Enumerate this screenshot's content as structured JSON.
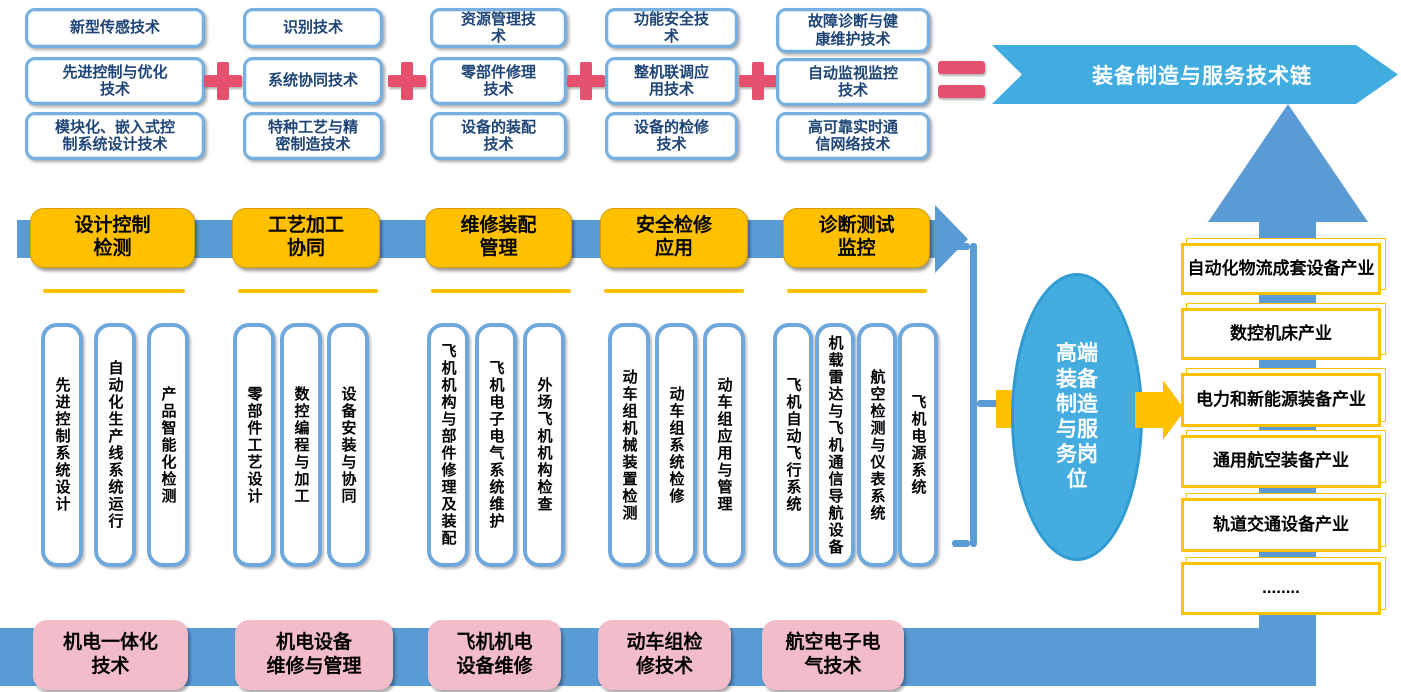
{
  "top_section": {
    "plus_symbol": "+",
    "equals_symbol": "=",
    "result_banner": "装备制造与服务技术链",
    "groups": [
      {
        "items": [
          "新型传感技术",
          "先进控制与优化\n技术",
          "模块化、嵌入式控\n制系统设计技术"
        ]
      },
      {
        "items": [
          "识别技术",
          "系统协同技术",
          "特种工艺与精\n密制造技术"
        ]
      },
      {
        "items": [
          "资源管理技\n术",
          "零部件修理\n技术",
          "设备的装配\n技术"
        ]
      },
      {
        "items": [
          "功能安全技\n术",
          "整机联调应\n用技术",
          "设备的检修\n技术"
        ]
      },
      {
        "items": [
          "故障诊断与健\n康维护技术",
          "自动监视监控\n技术",
          "高可靠实时通\n信网络技术"
        ]
      }
    ]
  },
  "process_row": {
    "stages": [
      "设计控制\n检测",
      "工艺加工\n协同",
      "维修装配\n管理",
      "安全检修\n应用",
      "诊断测试\n监控"
    ]
  },
  "job_columns": {
    "groups": [
      {
        "items": [
          "先进控制系统设计",
          "自动化生产线系统运行",
          "产品智能化检测"
        ]
      },
      {
        "items": [
          "零部件工艺设计",
          "数控编程与加工",
          "设备安装与协同"
        ]
      },
      {
        "items": [
          "飞机机构与部件修理及装配",
          "飞机电子电气系统维护",
          "外场飞机机构检查"
        ]
      },
      {
        "items": [
          "动车组机械装置检测",
          "动车组系统检修",
          "动车组应用与管理"
        ]
      },
      {
        "items": [
          "飞机自动飞行系统",
          "机载雷达与飞机通信导航设备",
          "航空检测与仪表系统",
          "飞机电源系统"
        ]
      }
    ]
  },
  "right_section": {
    "ellipse_label": "高端装备制造与服务岗位",
    "industries": [
      "自动化物流成套设备产业",
      "数控机床产业",
      "电力和新能源装备产业",
      "通用航空装备产业",
      "轨道交通设备产业",
      "........"
    ]
  },
  "bottom_section": {
    "majors": [
      "机电一体化\n技术",
      "机电设备\n维修与管理",
      "飞机机电\n设备维修",
      "动车组检\n修技术",
      "航空电子电\n气技术"
    ]
  },
  "colors": {
    "band_blue": "#5B9BD5",
    "bright_blue": "#41ACDF",
    "ellipse_blue": "#45ACE0",
    "gold": "#FFC000",
    "rose": "#E4506E",
    "pink": "#F2BCC9",
    "navy_text": "#1F4577",
    "box_border_blue": "#76AFE0"
  }
}
